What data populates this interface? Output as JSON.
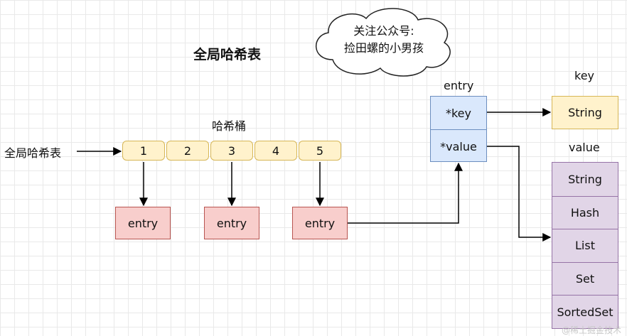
{
  "title": "全局哈希表",
  "cloud": {
    "line1": "关注公众号:",
    "line2": "捡田螺的小男孩"
  },
  "global_table_label": "全局哈希表",
  "bucket_label": "哈希桶",
  "buckets": [
    "1",
    "2",
    "3",
    "4",
    "5"
  ],
  "entries": [
    "entry",
    "entry",
    "entry"
  ],
  "entry_struct": {
    "title": "entry",
    "key_field": "*key",
    "value_field": "*value"
  },
  "key_section": {
    "label": "key",
    "type": "String"
  },
  "value_section": {
    "label": "value",
    "types": [
      "String",
      "Hash",
      "List",
      "Set",
      "SortedSet"
    ]
  },
  "watermark": "@稀土掘金技术"
}
